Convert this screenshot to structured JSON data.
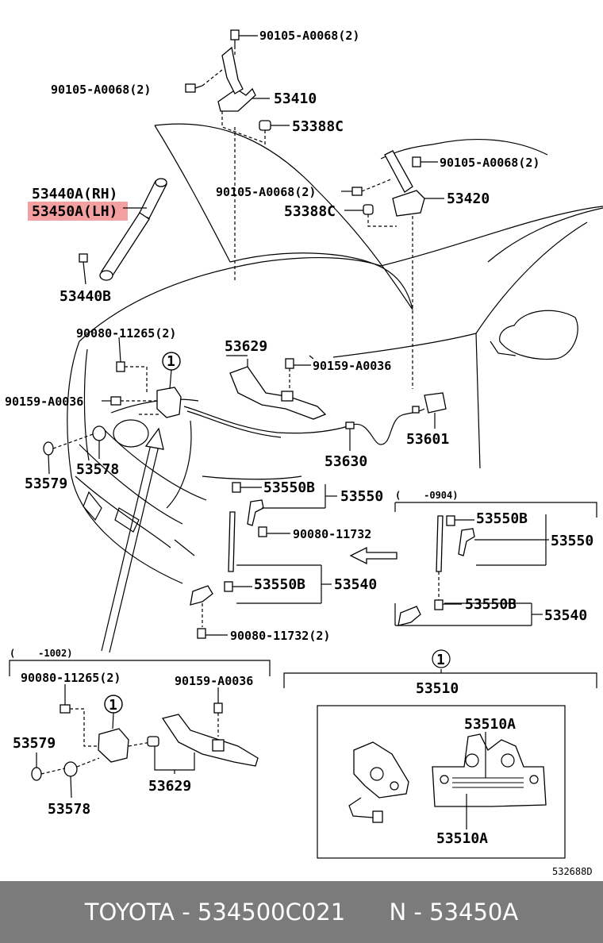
{
  "labels": {
    "bolt_top": "90105-A0068(2)",
    "bolt_left": "90105-A0068(2)",
    "hinge_lh": "53410",
    "cushion_left": "53388C",
    "bolt_right_upper": "90105-A0068(2)",
    "bolt_right_mid": "90105-A0068(2)",
    "hinge_rh": "53420",
    "cushion_right": "53388C",
    "stay_rh": "53440A(RH)",
    "stay_lh": "53450A(LH)",
    "stay_bracket": "53440B",
    "bolt_lock_a": "90080-11265(2)",
    "support": "53629",
    "screw_mid": "90159-A0036",
    "screw_left": "90159-A0036",
    "callout_1a": "1",
    "cushion_579": "53579",
    "cushion_578": "53578",
    "lever": "53601",
    "cable": "53630",
    "clip_a": "53550B",
    "rod_a": "53550",
    "date_range_a": "(    -0904)",
    "clip_b": "53550B",
    "rod_b": "53550",
    "bolt_prop_a": "90080-11732",
    "clip_c": "53550B",
    "prop_a": "53540",
    "clip_d": "53550B",
    "prop_b": "53540",
    "bolt_prop_b": "90080-11732(2)",
    "date_range_b": "(    -1002)",
    "bolt_lock_b": "90080-11265(2)",
    "screw_b": "90159-A0036",
    "callout_1b": "1",
    "cushion_579b": "53579",
    "cushion_578b": "53578",
    "support_b": "53629",
    "callout_1c": "1",
    "lock_assy": "53510",
    "plate_top": "53510A",
    "plate_bottom": "53510A",
    "diagram_code": "532688D"
  },
  "highlight_color": "#f5a0a0",
  "footer": {
    "text": "TOYOTA - 534500C021      N - 53450A"
  }
}
